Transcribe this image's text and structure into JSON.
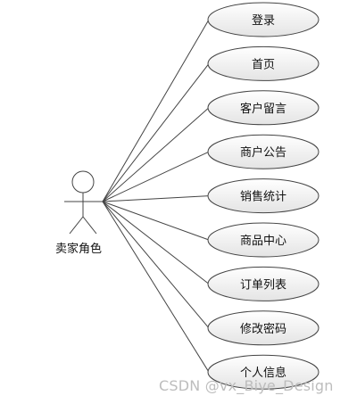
{
  "actor": {
    "label": "卖家角色"
  },
  "use_cases": [
    {
      "label": "登录"
    },
    {
      "label": "首页"
    },
    {
      "label": "客户留言"
    },
    {
      "label": "商户公告"
    },
    {
      "label": "销售统计"
    },
    {
      "label": "商品中心"
    },
    {
      "label": "订单列表"
    },
    {
      "label": "修改密码"
    },
    {
      "label": "个人信息"
    }
  ],
  "watermark": "CSDN @vx_Biye_Design",
  "colors": {
    "ellipse_fill_top": "#ffffff",
    "ellipse_fill_bottom": "#e6e6e6",
    "stroke": "#444444",
    "watermark": "#bdbdbd"
  }
}
